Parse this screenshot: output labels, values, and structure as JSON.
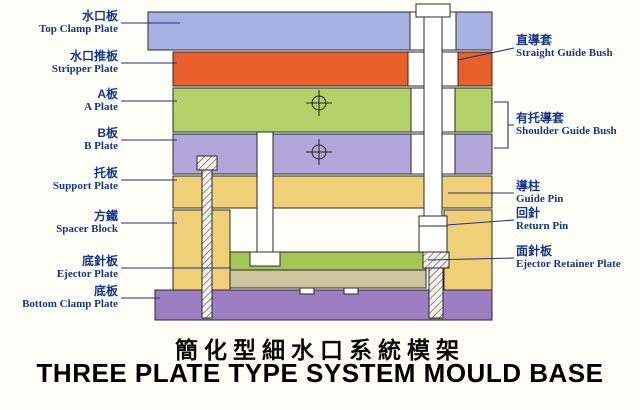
{
  "title": {
    "zh": "簡化型細水口系統模架",
    "en": "THREE PLATE TYPE SYSTEM MOULD BASE"
  },
  "labels_left": [
    {
      "zh": "水口板",
      "en": "Top Clamp Plate"
    },
    {
      "zh": "水口推板",
      "en": "Stripper Plate"
    },
    {
      "zh": "A板",
      "en": "A Plate"
    },
    {
      "zh": "B板",
      "en": "B Plate"
    },
    {
      "zh": "托板",
      "en": "Support Plate"
    },
    {
      "zh": "方鐵",
      "en": "Spacer Block"
    },
    {
      "zh": "底針板",
      "en": "Ejector Plate"
    },
    {
      "zh": "底板",
      "en": "Bottom Clamp Plate"
    }
  ],
  "labels_right": [
    {
      "zh": "直導套",
      "en": "Straight Guide Bush"
    },
    {
      "zh": "有托導套",
      "en": "Shoulder Guide Bush"
    },
    {
      "zh": "導柱",
      "en": "Guide Pin"
    },
    {
      "zh": "回針",
      "en": "Return Pin"
    },
    {
      "zh": "面針板",
      "en": "Ejector Retainer Plate"
    }
  ],
  "colors": {
    "top_clamp_plate": "#a7b2e4",
    "stripper_plate": "#e7602a",
    "a_plate": "#b3d269",
    "b_plate": "#b2a7db",
    "support_plate": "#efd077",
    "spacer_block": "#efd077",
    "ejector_retainer_plate": "#a2c754",
    "ejector_plate": "#cdc59d",
    "bottom_clamp_plate": "#9c7ec3",
    "label_text": "#16368c",
    "leader_line": "#1c2f86",
    "title_text": "#000000"
  }
}
